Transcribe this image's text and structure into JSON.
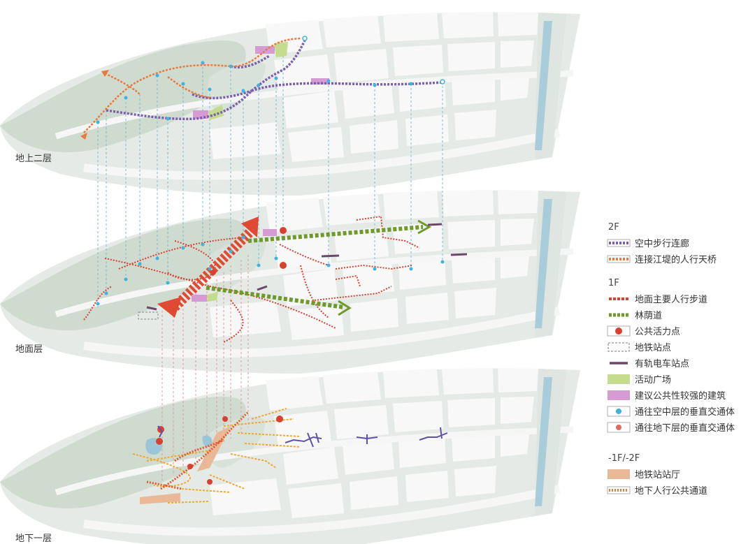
{
  "layers": {
    "upper": "地上二层",
    "ground": "地面层",
    "basement": "地下一层"
  },
  "legend": {
    "level_2f": "2F",
    "items_2f": [
      {
        "icon": "skywalk-line-icon",
        "label": "空中步行连廊"
      },
      {
        "icon": "levee-bridge-line-icon",
        "label": "连接江堤的人行天桥"
      }
    ],
    "level_1f": "1F",
    "items_1f": [
      {
        "icon": "main-walkway-line-icon",
        "label": "地面主要人行步道"
      },
      {
        "icon": "boulevard-line-icon",
        "label": "林荫道"
      },
      {
        "icon": "activity-point-icon",
        "label": "公共活力点"
      },
      {
        "icon": "metro-station-box-icon",
        "label": "地铁站点"
      },
      {
        "icon": "tram-stop-bar-icon",
        "label": "有轨电车站点"
      },
      {
        "icon": "activity-plaza-swatch-icon",
        "label": "活动广场"
      },
      {
        "icon": "public-building-swatch-icon",
        "label": "建议公共性较强的建筑"
      },
      {
        "icon": "up-vertical-dot-icon",
        "label": "通往空中层的垂直交通体"
      },
      {
        "icon": "down-vertical-dot-icon",
        "label": "通往地下层的垂直交通体"
      }
    ],
    "level_b": "-1F/-2F",
    "items_b": [
      {
        "icon": "metro-hall-swatch-icon",
        "label": "地铁站站厅"
      },
      {
        "icon": "underground-passage-line-icon",
        "label": "地下人行公共通道"
      }
    ]
  },
  "colors": {
    "purple": "#7a5fb0",
    "orange": "#e87a3c",
    "red": "#d8412f",
    "green": "#6e9a2c",
    "cyan": "#3fb2de",
    "plaza": "#c5dc8e",
    "building": "#d79bd4",
    "hall": "#e9b896",
    "tram": "#6b4868",
    "water": "#9cc6d8",
    "land": "#e7ebe8",
    "park": "#cfdccf"
  }
}
